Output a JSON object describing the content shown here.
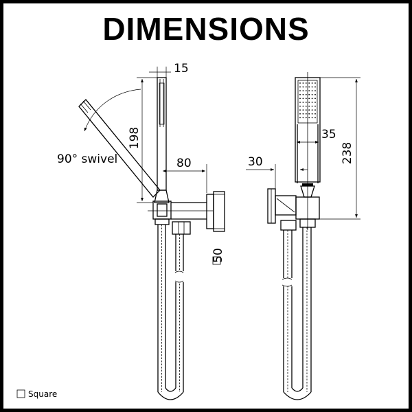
{
  "title": "DIMENSIONS",
  "side_view": {
    "handle_width": "15",
    "handle_length": "198",
    "projection": "80",
    "swivel_label": "90° swivel",
    "bracket_size": "50"
  },
  "front_view": {
    "handle_depth": "35",
    "overall_height": "238",
    "offset": "30"
  },
  "legend": {
    "label": "Square"
  },
  "colors": {
    "line": "#000000",
    "background": "#ffffff"
  }
}
